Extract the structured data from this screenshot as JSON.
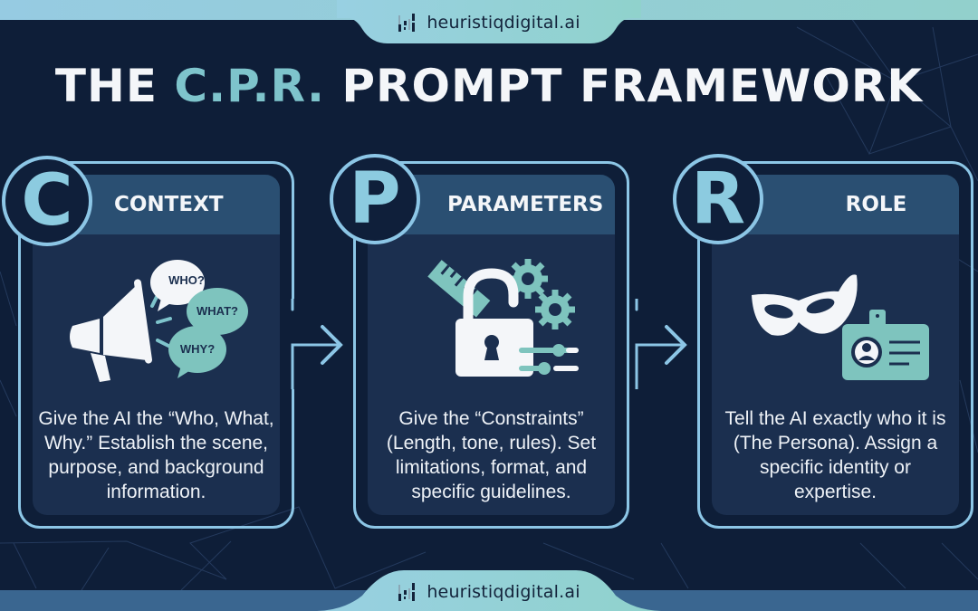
{
  "brand": {
    "name": "heuristiqdigital.ai",
    "logo_icon": "pixel-bars-logo-icon"
  },
  "title": {
    "prefix": "THE ",
    "accent": "C.P.R.",
    "suffix": " PROMPT FRAMEWORK"
  },
  "colors": {
    "background": "#0e1e38",
    "border": "#8cc6e6",
    "accent": "#7ec4cc",
    "panel": "#1b2f4f",
    "panel_header": "#2a4f72",
    "teal": "#7ec4be"
  },
  "cards": [
    {
      "letter": "C",
      "heading": "CONTEXT",
      "icon": "megaphone-speech-bubbles-icon",
      "bubbles": [
        "WHO?",
        "WHAT?",
        "WHY?"
      ],
      "description": "Give the AI the “Who, What, Why.” Establish the scene, purpose, and background information."
    },
    {
      "letter": "P",
      "heading": "PARAMETERS",
      "icon": "lock-ruler-gears-sliders-icon",
      "description": "Give the “Constraints” (Length, tone, rules). Set limitations, format, and specific guidelines."
    },
    {
      "letter": "R",
      "heading": "ROLE",
      "icon": "mask-id-badge-icon",
      "description": "Tell the AI exactly who it is (The Persona). Assign a specific identity or expertise."
    }
  ]
}
